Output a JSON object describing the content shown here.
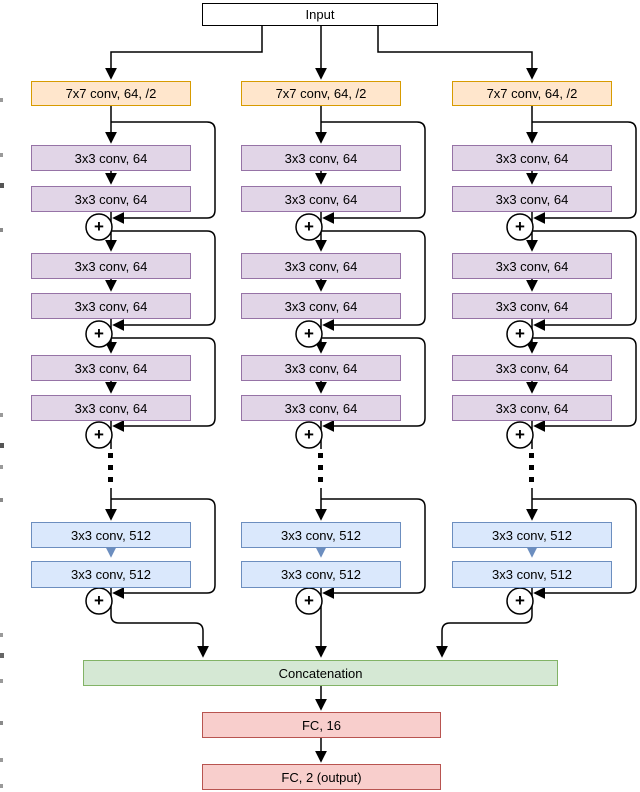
{
  "diagram": {
    "kind": "neural-network-architecture",
    "input_label": "Input",
    "plus_symbol": "+",
    "branch_count": 3,
    "residual_blocks_shown_per_branch": 3,
    "ellipsis_dots_per_branch": 3,
    "branches": [
      {
        "stem": "7x7 conv, 64, /2",
        "residual": "3x3 conv, 64",
        "final": "3x3 conv, 512"
      },
      {
        "stem": "7x7 conv, 64, /2",
        "residual": "3x3 conv, 64",
        "final": "3x3 conv, 512"
      },
      {
        "stem": "7x7 conv, 64, /2",
        "residual": "3x3 conv, 64",
        "final": "3x3 conv, 512"
      }
    ],
    "head": {
      "concat": "Concatenation",
      "fc1": "FC, 16",
      "fc2": "FC, 2 (output)"
    },
    "colors": {
      "stem_fill": "#ffe6cc",
      "stem_border": "#d79b00",
      "residual_fill": "#e1d5e7",
      "residual_border": "#9673a6",
      "final_fill": "#dae8fc",
      "final_border": "#6c8ebf",
      "concat_fill": "#d5e8d4",
      "concat_border": "#82b366",
      "fc_fill": "#f8cecc",
      "fc_border": "#b85450",
      "line": "#000000",
      "blue_arrow": "#6c8ebf",
      "text": "#000000"
    }
  }
}
